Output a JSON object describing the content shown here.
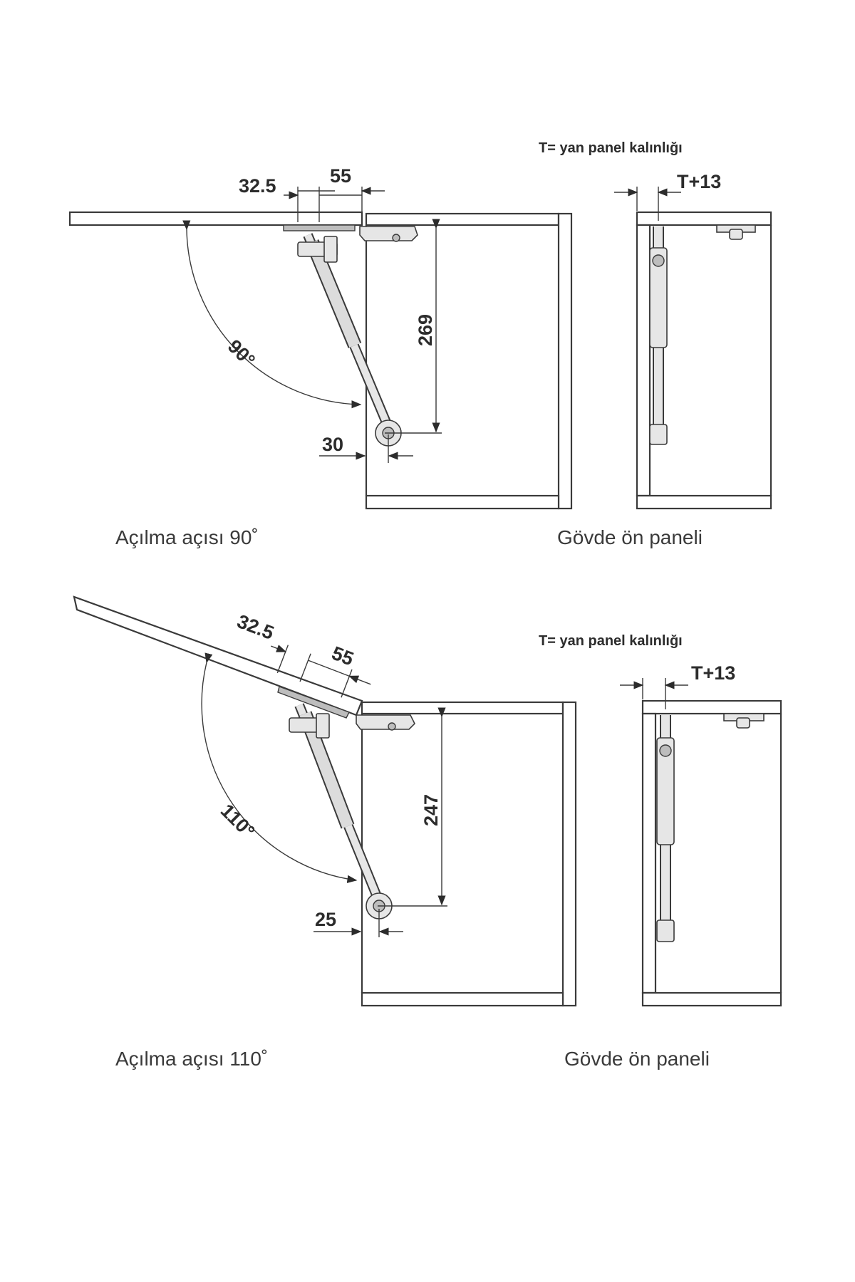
{
  "top": {
    "note": "T= yan panel kalınlığı",
    "dim_a": "32.5",
    "dim_b": "55",
    "dim_height": "269",
    "dim_offset": "30",
    "angle": "90°",
    "dim_side": "T+13",
    "caption_left": "Açılma açısı 90˚",
    "caption_right": "Gövde ön paneli"
  },
  "bottom": {
    "note": "T= yan panel kalınlığı",
    "dim_a": "32.5",
    "dim_b": "55",
    "dim_height": "247",
    "dim_offset": "25",
    "angle": "110°",
    "dim_side": "T+13",
    "caption_left": "Açılma açısı 110˚",
    "caption_right": "Gövde ön paneli"
  }
}
